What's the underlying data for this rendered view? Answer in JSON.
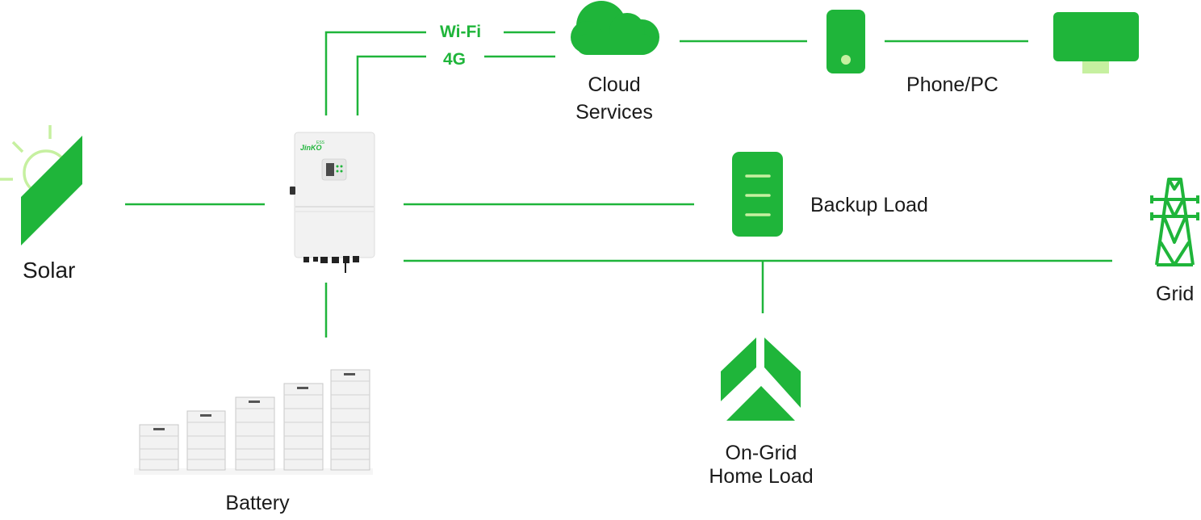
{
  "colors": {
    "primary_green": "#1fb53a",
    "light_green": "#c6f0a0",
    "panel_white": "#f2f2f2",
    "text": "#1a1a1a"
  },
  "labels": {
    "solar": "Solar",
    "battery": "Battery",
    "cloud_line1": "Cloud",
    "cloud_line2": "Services",
    "phone_pc": "Phone/PC",
    "backup_load": "Backup Load",
    "grid": "Grid",
    "home_line1": "On-Grid",
    "home_line2": "Home Load"
  },
  "connections": {
    "wifi": "Wi-Fi",
    "cellular": "4G"
  },
  "brand": {
    "logo_text": "JinKO",
    "logo_sub": "ESS"
  },
  "icons": {
    "solar": "sun-panel-icon",
    "cloud": "cloud-icon",
    "phone": "phone-icon",
    "monitor": "monitor-icon",
    "backup": "backup-load-icon",
    "grid": "transmission-tower-icon",
    "home": "house-icon"
  }
}
